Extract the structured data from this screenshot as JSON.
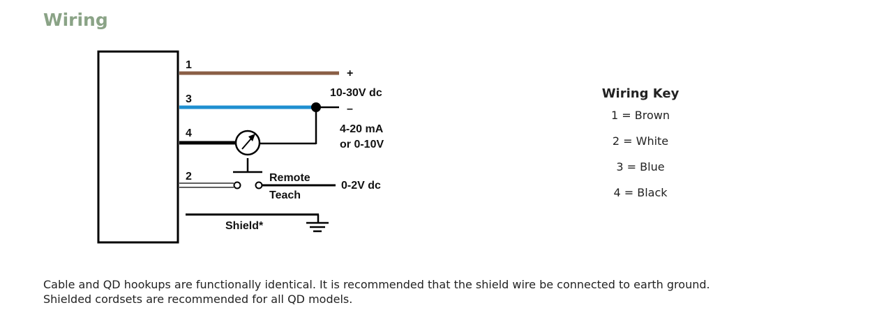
{
  "page": {
    "title": "Wiring"
  },
  "diagram": {
    "wire_numbers": [
      "1",
      "3",
      "4",
      "2"
    ],
    "labels": {
      "plus": "+",
      "minus": "–",
      "supply": "10-30V dc",
      "output_line1": "4-20 mA",
      "output_line2": "or 0-10V",
      "remote": "Remote",
      "teach": "Teach",
      "teach_voltage": "0-2V dc",
      "shield": "Shield*"
    },
    "colors": {
      "brown_wire": "#8a5e45",
      "blue_wire": "#1f8fd0",
      "black_wire": "#000000",
      "title": "#8aa386"
    }
  },
  "wiring_key": {
    "title": "Wiring Key",
    "entries": [
      "1 = Brown",
      "2 = White",
      "3 = Blue",
      "4 = Black"
    ]
  },
  "note": {
    "line1": "Cable and QD hookups are functionally identical. It is recommended that the shield wire be connected to earth ground.",
    "line2": "Shielded cordsets are recommended for all QD models."
  }
}
